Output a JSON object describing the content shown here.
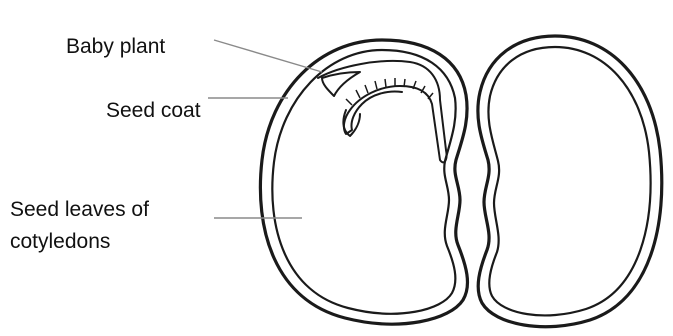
{
  "labels": {
    "baby_plant": "Baby plant",
    "seed_coat": "Seed coat",
    "seed_leaves_line1": "Seed leaves of",
    "seed_leaves_line2": "cotyledons"
  },
  "colors": {
    "line": "#1a1a1a",
    "leader": "#8a8a8a",
    "background": "#ffffff"
  }
}
